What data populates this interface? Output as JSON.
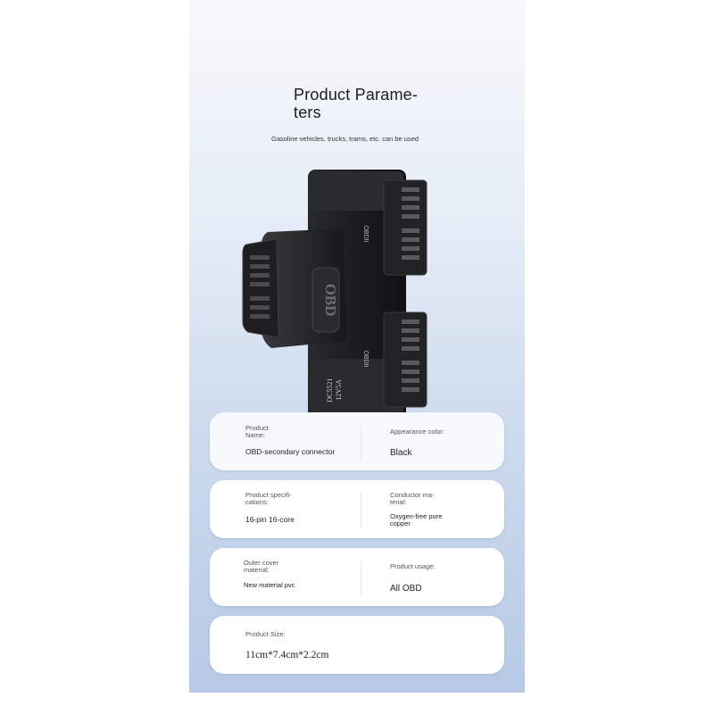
{
  "header": {
    "title_line1": "Product Parame-",
    "title_line2": "ters",
    "subtitle": "Gasoline vehicles, trucks, trams, etc. can be used"
  },
  "device": {
    "main_label": "OBD",
    "port_top_label": "OBDII",
    "port_bottom_label": "OBDII",
    "spec_line1": "DC5521",
    "spec_line2": "12V5A",
    "body_color": "#1c1c1e"
  },
  "cards": [
    {
      "left_label": "Product Name:",
      "left_value": "OBD-secondary connector",
      "right_label": "Appearance color:",
      "right_value": "Black"
    },
    {
      "left_label": "Product specifi- cations:",
      "left_value": "16-pin 16-core",
      "right_label": "Conductor ma- terial:",
      "right_value": "Oxygen-free pure copper"
    },
    {
      "left_label": "Outer cover material:",
      "left_value": "New material pvc",
      "right_label": "Product usage:",
      "right_value": "All OBD"
    },
    {
      "left_label": "Product Size:",
      "left_value": "11cm*7.4cm*2.2cm"
    }
  ]
}
